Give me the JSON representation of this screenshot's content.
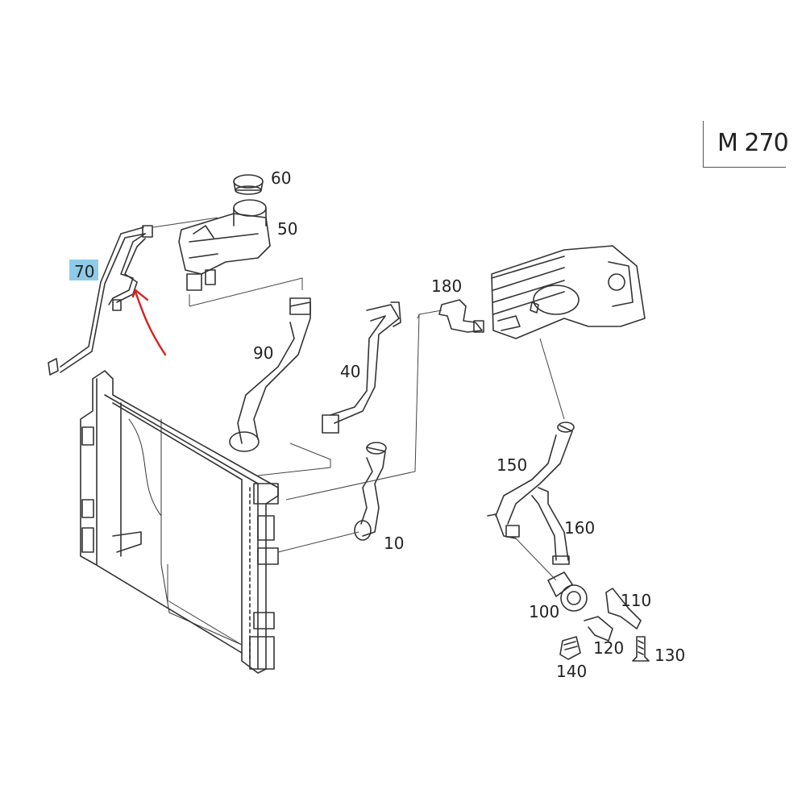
{
  "engine_code": "M 270",
  "highlight_color": "#8fcbe8",
  "arrow_color": "#d62020",
  "parts": [
    {
      "number": "10",
      "name": "lower-radiator-hose"
    },
    {
      "number": "40",
      "name": "upper-radiator-hose"
    },
    {
      "number": "50",
      "name": "expansion-tank"
    },
    {
      "number": "60",
      "name": "tank-cap"
    },
    {
      "number": "70",
      "name": "bleed-line",
      "highlighted": true
    },
    {
      "number": "90",
      "name": "coolant-hose"
    },
    {
      "number": "100",
      "name": "water-pump"
    },
    {
      "number": "110",
      "name": "bracket"
    },
    {
      "number": "120",
      "name": "clip"
    },
    {
      "number": "130",
      "name": "bolt"
    },
    {
      "number": "140",
      "name": "connector"
    },
    {
      "number": "150",
      "name": "coolant-pipe"
    },
    {
      "number": "160",
      "name": "hose"
    },
    {
      "number": "180",
      "name": "elbow-connector"
    }
  ]
}
